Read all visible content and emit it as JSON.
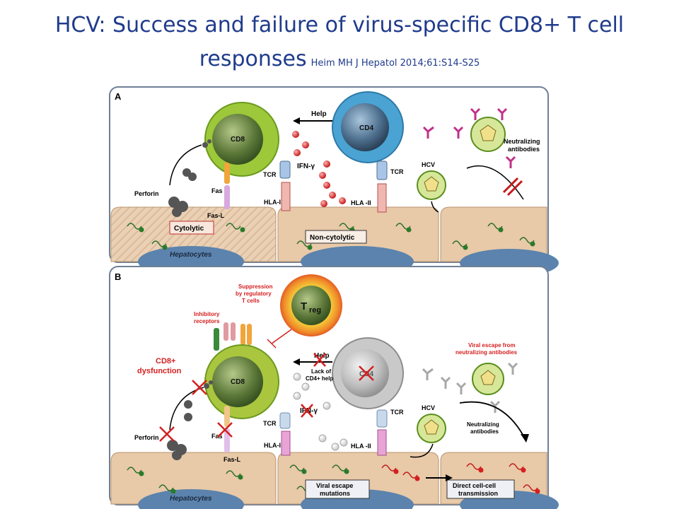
{
  "title": {
    "line1": "HCV: Success and failure of virus-specific  CD8+ T cell",
    "line2": "responses",
    "citation": "Heim MH J Hepatol 2014;61:S14-S25"
  },
  "panel_a": {
    "letter": "A",
    "cd8": "CD8",
    "cd4": "CD4",
    "help": "Help",
    "ifn": "IFN-γ",
    "tcr1": "TCR",
    "tcr2": "TCR",
    "hla1": "HLA-I",
    "hla2": "HLA -II",
    "hcv": "HCV",
    "neutralizing": [
      "Neutralizing",
      "antibodies"
    ],
    "perforin": "Perforin",
    "fas": "Fas",
    "fasl": "Fas-L",
    "cytolytic": "Cytolytic",
    "noncytolytic": "Non-cytolytic",
    "hepatocytes": "Hepatocytes"
  },
  "panel_b": {
    "letter": "B",
    "suppression": [
      "Suppression",
      "by regulatory",
      "T cells"
    ],
    "treg": "T",
    "treg_sub": "reg",
    "inhibitory": [
      "Inhibitory",
      "receptors"
    ],
    "dysfunction": [
      "CD8+",
      "dysfunction"
    ],
    "cd8": "CD8",
    "cd4": "CD4",
    "help": "Help",
    "lack_help": [
      "Lack of",
      "CD4+ help"
    ],
    "ifn": "IFN-γ",
    "tcr1": "TCR",
    "tcr2": "TCR",
    "hla1": "HLA-I",
    "hla2": "HLA -II",
    "hcv": "HCV",
    "escape_antibodies": [
      "Viral escape from",
      "neutralizing antibodies"
    ],
    "neutralizing": [
      "Neutralizing",
      "antibodies"
    ],
    "perforin": "Perforin",
    "fas": "Fas",
    "fasl": "Fas-L",
    "escape_mutations": [
      "Viral escape",
      "mutations"
    ],
    "direct": [
      "Direct cell-cell",
      "transmission"
    ],
    "hepatocytes": "Hepatocytes"
  },
  "colors": {
    "title": "#1f3b8c",
    "cd8_ring": "#8cbf26",
    "cd4_ring": "#4a9cc8",
    "treg_ring": "#e8531f",
    "hepatocyte": "#e8c9a8",
    "nucleus": "#4f7aa8",
    "red_label": "#d42020"
  }
}
